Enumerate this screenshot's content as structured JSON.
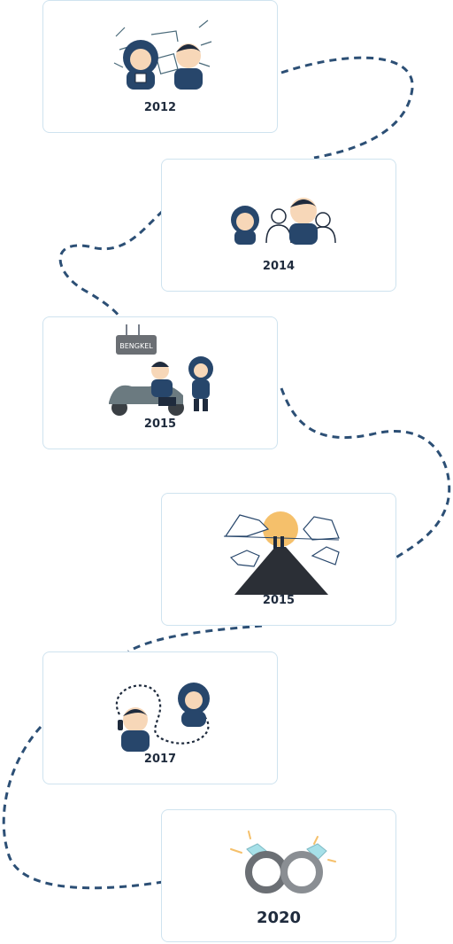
{
  "colors": {
    "ink": "#1f2b3d",
    "navy": "#27466b",
    "skin": "#f7d7b8",
    "sun": "#f5c06b",
    "border": "#cfe3ef",
    "dash": "#2c4f75"
  },
  "timeline": [
    {
      "year": "2012",
      "scene": "study-together"
    },
    {
      "year": "2014",
      "scene": "crowd"
    },
    {
      "year": "2015",
      "scene": "workshop",
      "sign": "BENGKEL"
    },
    {
      "year": "2015",
      "scene": "mountain-sunrise"
    },
    {
      "year": "2017",
      "scene": "phone-call"
    },
    {
      "year": "2020",
      "scene": "rings"
    }
  ]
}
